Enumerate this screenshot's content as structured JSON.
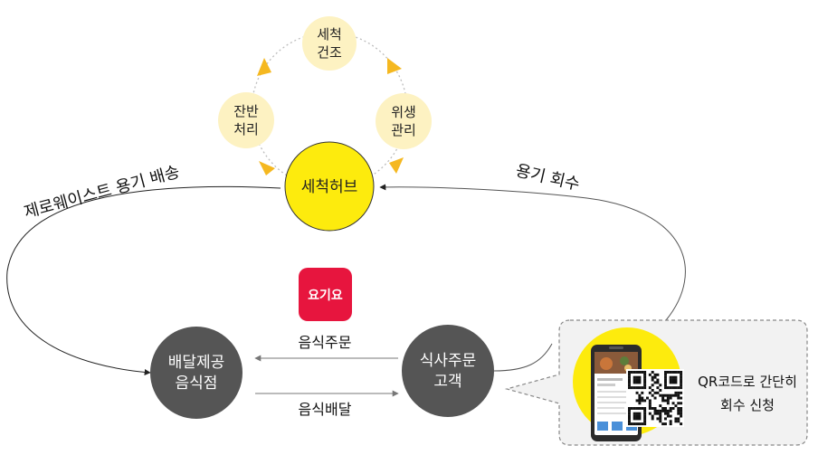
{
  "colors": {
    "yellow": "#fdeb0d",
    "cream": "#fdf2c2",
    "dark": "#555555",
    "arrow_orange": "#f5b820",
    "yogiyo_red": "#e7153e",
    "callout_bg": "#f2f2f2"
  },
  "cycle": {
    "top": {
      "line1": "세척",
      "line2": "건조"
    },
    "right": {
      "line1": "위생",
      "line2": "관리"
    },
    "left": {
      "line1": "잔반",
      "line2": "처리"
    },
    "hub": "세척허브"
  },
  "labels": {
    "zero_waste": "제로웨이스트 용기 배송",
    "return": "용기 회수",
    "order": "음식주문",
    "delivery": "음식배달"
  },
  "nodes": {
    "restaurant": {
      "line1": "배달제공",
      "line2": "음식점"
    },
    "customer": {
      "line1": "식사주문",
      "line2": "고객"
    }
  },
  "logo": {
    "text": "요기요"
  },
  "callout": {
    "line1": "QR코드로 간단히",
    "line2": "회수 신청"
  },
  "icons": {
    "phone": "smartphone-icon",
    "qr": "qr-code-icon"
  }
}
